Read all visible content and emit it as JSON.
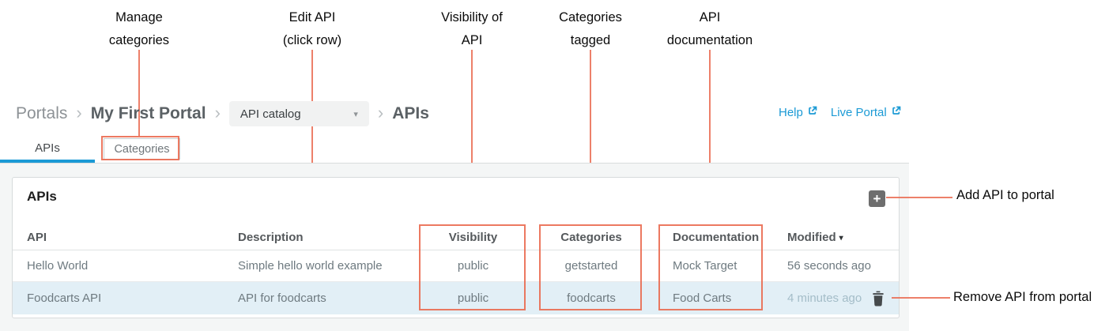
{
  "annotations": {
    "top": [
      {
        "line1": "Manage",
        "line2": "categories"
      },
      {
        "line1": "Edit API",
        "line2": "(click row)"
      },
      {
        "line1": "Visibility of",
        "line2": "API"
      },
      {
        "line1": "Categories",
        "line2": "tagged"
      },
      {
        "line1": "API",
        "line2": "documentation"
      }
    ],
    "add_api": "Add API to portal",
    "remove_api": "Remove API from portal",
    "accent_color": "#ea6a50"
  },
  "breadcrumb": {
    "portals": "Portals",
    "portal_name": "My First Portal",
    "catalog_select": "API catalog",
    "current": "APIs",
    "separator": "›"
  },
  "header_links": {
    "help": "Help",
    "live_portal": "Live Portal",
    "link_color": "#1b9ad5"
  },
  "tabs": [
    {
      "label": "APIs",
      "active": true
    },
    {
      "label": "Categories",
      "active": false
    }
  ],
  "panel": {
    "title": "APIs",
    "table": {
      "columns": [
        "API",
        "Description",
        "Visibility",
        "Categories",
        "Documentation",
        "Modified"
      ],
      "rows": [
        {
          "api": "Hello World",
          "description": "Simple hello world example",
          "visibility": "public",
          "categories": "getstarted",
          "documentation": "Mock Target",
          "modified": "56 seconds ago"
        },
        {
          "api": "Foodcarts API",
          "description": "API for foodcarts",
          "visibility": "public",
          "categories": "foodcarts",
          "documentation": "Food Carts",
          "modified": "4 minutes ago"
        }
      ],
      "highlight_row_color": "#e2eff6"
    }
  },
  "icons": {
    "plus": "+",
    "caret_down": "▾",
    "sort_desc": "▾"
  }
}
